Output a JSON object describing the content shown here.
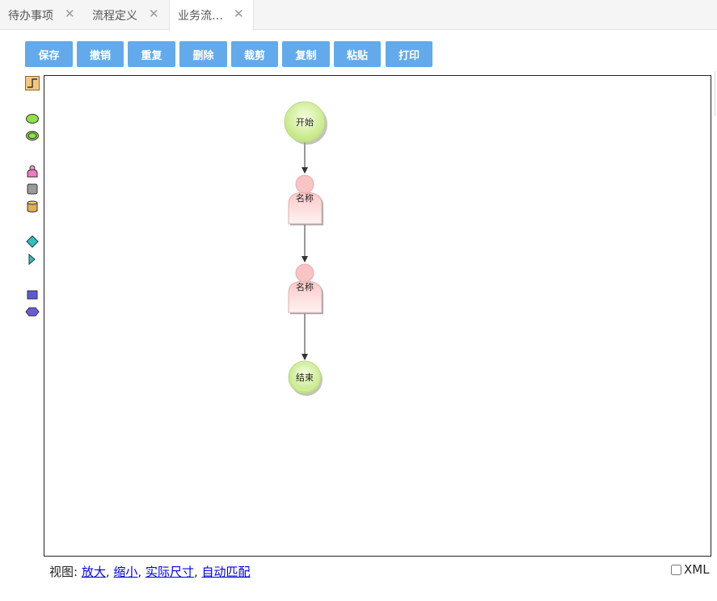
{
  "tabs": [
    {
      "label": "待办事项",
      "close": "✕"
    },
    {
      "label": "流程定义",
      "close": "✕"
    },
    {
      "label": "业务流…",
      "close": "✕",
      "active": true
    }
  ],
  "toolbar": {
    "save": "保存",
    "undo": "撤销",
    "redo": "重复",
    "delete": "删除",
    "cut": "裁剪",
    "copy": "复制",
    "paste": "粘贴",
    "print": "打印"
  },
  "palette": [
    "connector-icon",
    "start-event-icon",
    "end-event-icon",
    "user-task-icon",
    "task-icon",
    "database-icon",
    "gateway-icon",
    "pointer-triangle-icon",
    "rectangle-icon",
    "hexagon-icon"
  ],
  "diagram": {
    "nodes": [
      {
        "id": "start",
        "label": "开始"
      },
      {
        "id": "task1",
        "label": "名称"
      },
      {
        "id": "task2",
        "label": "名称"
      },
      {
        "id": "end",
        "label": "结束"
      }
    ]
  },
  "footer": {
    "view_label": "视图:",
    "zoom_in": "放大",
    "zoom_out": "缩小",
    "actual_size": "实际尺寸",
    "auto_fit": "自动匹配",
    "xml_label": "XML"
  },
  "colors": {
    "button": "#62aaeb",
    "start_node": "#c8ec8c",
    "task_node": "#fdd6d6",
    "canvas_border": "#222222"
  }
}
